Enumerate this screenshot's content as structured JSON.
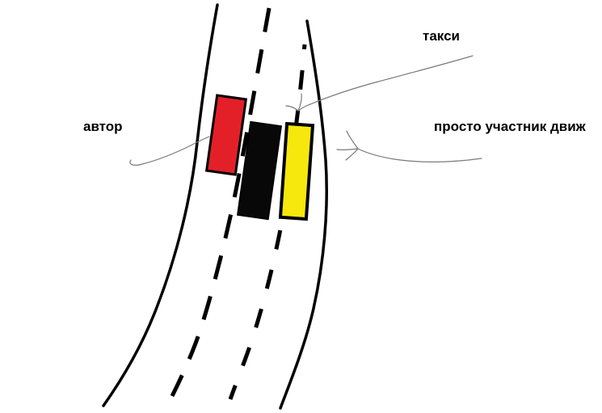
{
  "labels": {
    "taxi": "такси",
    "author": "автор",
    "participant": "просто участник движ"
  },
  "colors": {
    "background": "#ffffff",
    "road": "#000000",
    "car_outline": "#000000",
    "leader": "#7a7a7a",
    "text": "#000000"
  },
  "cars": [
    {
      "id": "author-car",
      "fill": "#e32028",
      "lane": "left",
      "label_ref": "автор"
    },
    {
      "id": "taxi-car",
      "fill": "#080808",
      "lane": "middle",
      "label_ref": "такси"
    },
    {
      "id": "participant-car",
      "fill": "#f6e80c",
      "lane": "right",
      "label_ref": "просто участник движ"
    }
  ]
}
